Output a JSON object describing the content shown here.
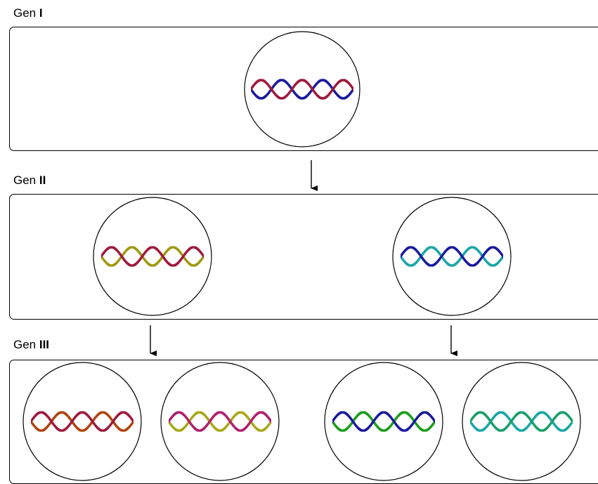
{
  "generations": [
    {
      "prefix": "Gen ",
      "numeral": "I"
    },
    {
      "prefix": "Gen ",
      "numeral": "II"
    },
    {
      "prefix": "Gen ",
      "numeral": "III"
    }
  ],
  "cells": [
    {
      "generation": 1,
      "strands": [
        "#9e1a3d",
        "#1a1a9e"
      ]
    },
    {
      "generation": 2,
      "strands": [
        "#9e1a3d",
        "#9e9a10"
      ]
    },
    {
      "generation": 2,
      "strands": [
        "#1a1a9e",
        "#1aa6a6"
      ]
    },
    {
      "generation": 3,
      "strands": [
        "#9e1a3d",
        "#b0440f"
      ]
    },
    {
      "generation": 3,
      "strands": [
        "#b0206e",
        "#a8a818"
      ]
    },
    {
      "generation": 3,
      "strands": [
        "#1a1a9e",
        "#1a9e1a"
      ]
    },
    {
      "generation": 3,
      "strands": [
        "#1a9e6a",
        "#1aa6a6"
      ]
    }
  ],
  "arrows": [
    {
      "from_generation": 1,
      "to_generation": 2
    },
    {
      "from_generation": 2,
      "to_generation": 3
    },
    {
      "from_generation": 2,
      "to_generation": 3
    }
  ],
  "colors": {
    "outline": "#000000",
    "background": "#ffffff"
  }
}
